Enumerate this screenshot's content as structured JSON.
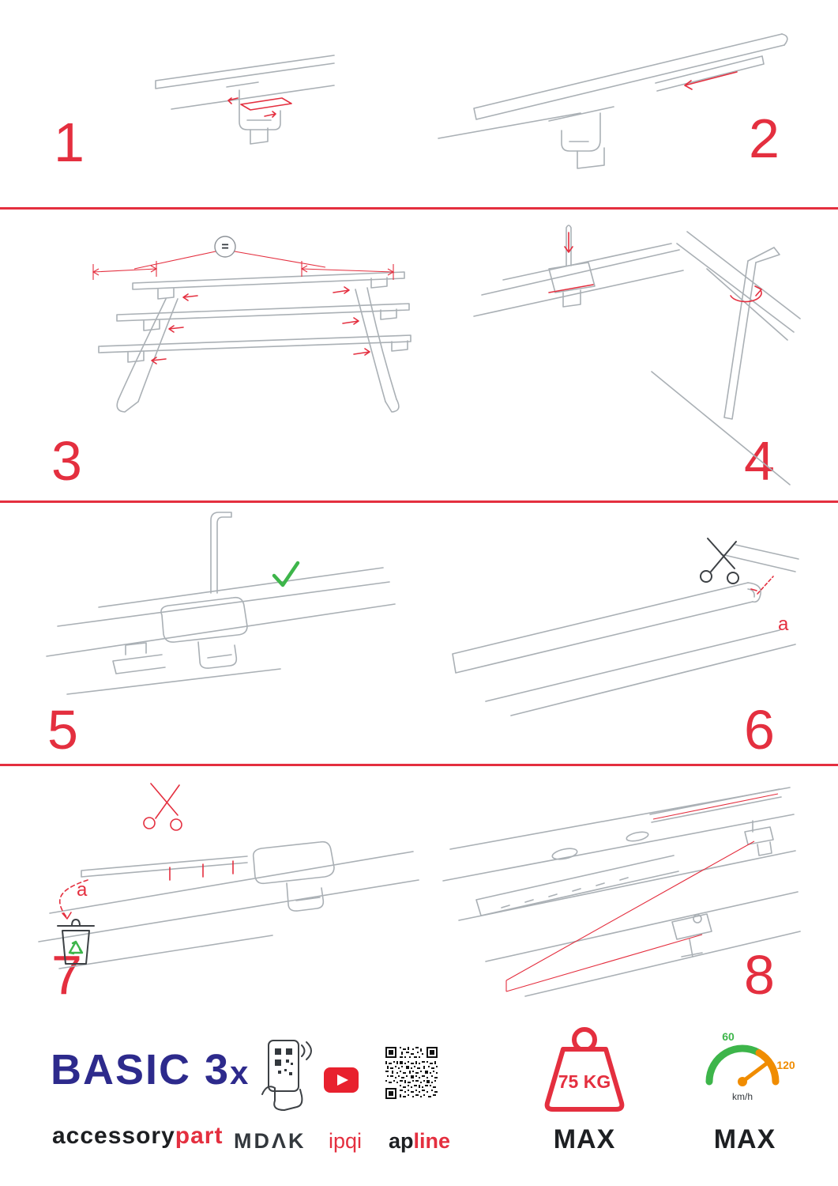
{
  "page": {
    "accent_color": "#e42f3f",
    "logo_color": "#2d2a8c",
    "check_color": "#3db54a",
    "speed_green": "#3db54a",
    "speed_orange": "#f08c00"
  },
  "steps": [
    {
      "number": "1"
    },
    {
      "number": "2"
    },
    {
      "number": "3"
    },
    {
      "number": "4"
    },
    {
      "number": "5"
    },
    {
      "number": "6"
    },
    {
      "number": "7"
    },
    {
      "number": "8"
    }
  ],
  "annotations": {
    "equal_sign": "=",
    "label_a": "a"
  },
  "footer": {
    "product_name": "BASIC 3",
    "product_suffix": "x",
    "brand_primary": "accessory",
    "brand_secondary": "part",
    "partner_mdak": "MDΛK",
    "partner_ipqi": "ipqi",
    "partner_apline_primary": "ap",
    "partner_apline_secondary": "line",
    "weight_value": "75 KG",
    "weight_max_label": "MAX",
    "speed_low": "60",
    "speed_high": "120",
    "speed_unit": "km/h",
    "speed_max_label": "MAX"
  }
}
